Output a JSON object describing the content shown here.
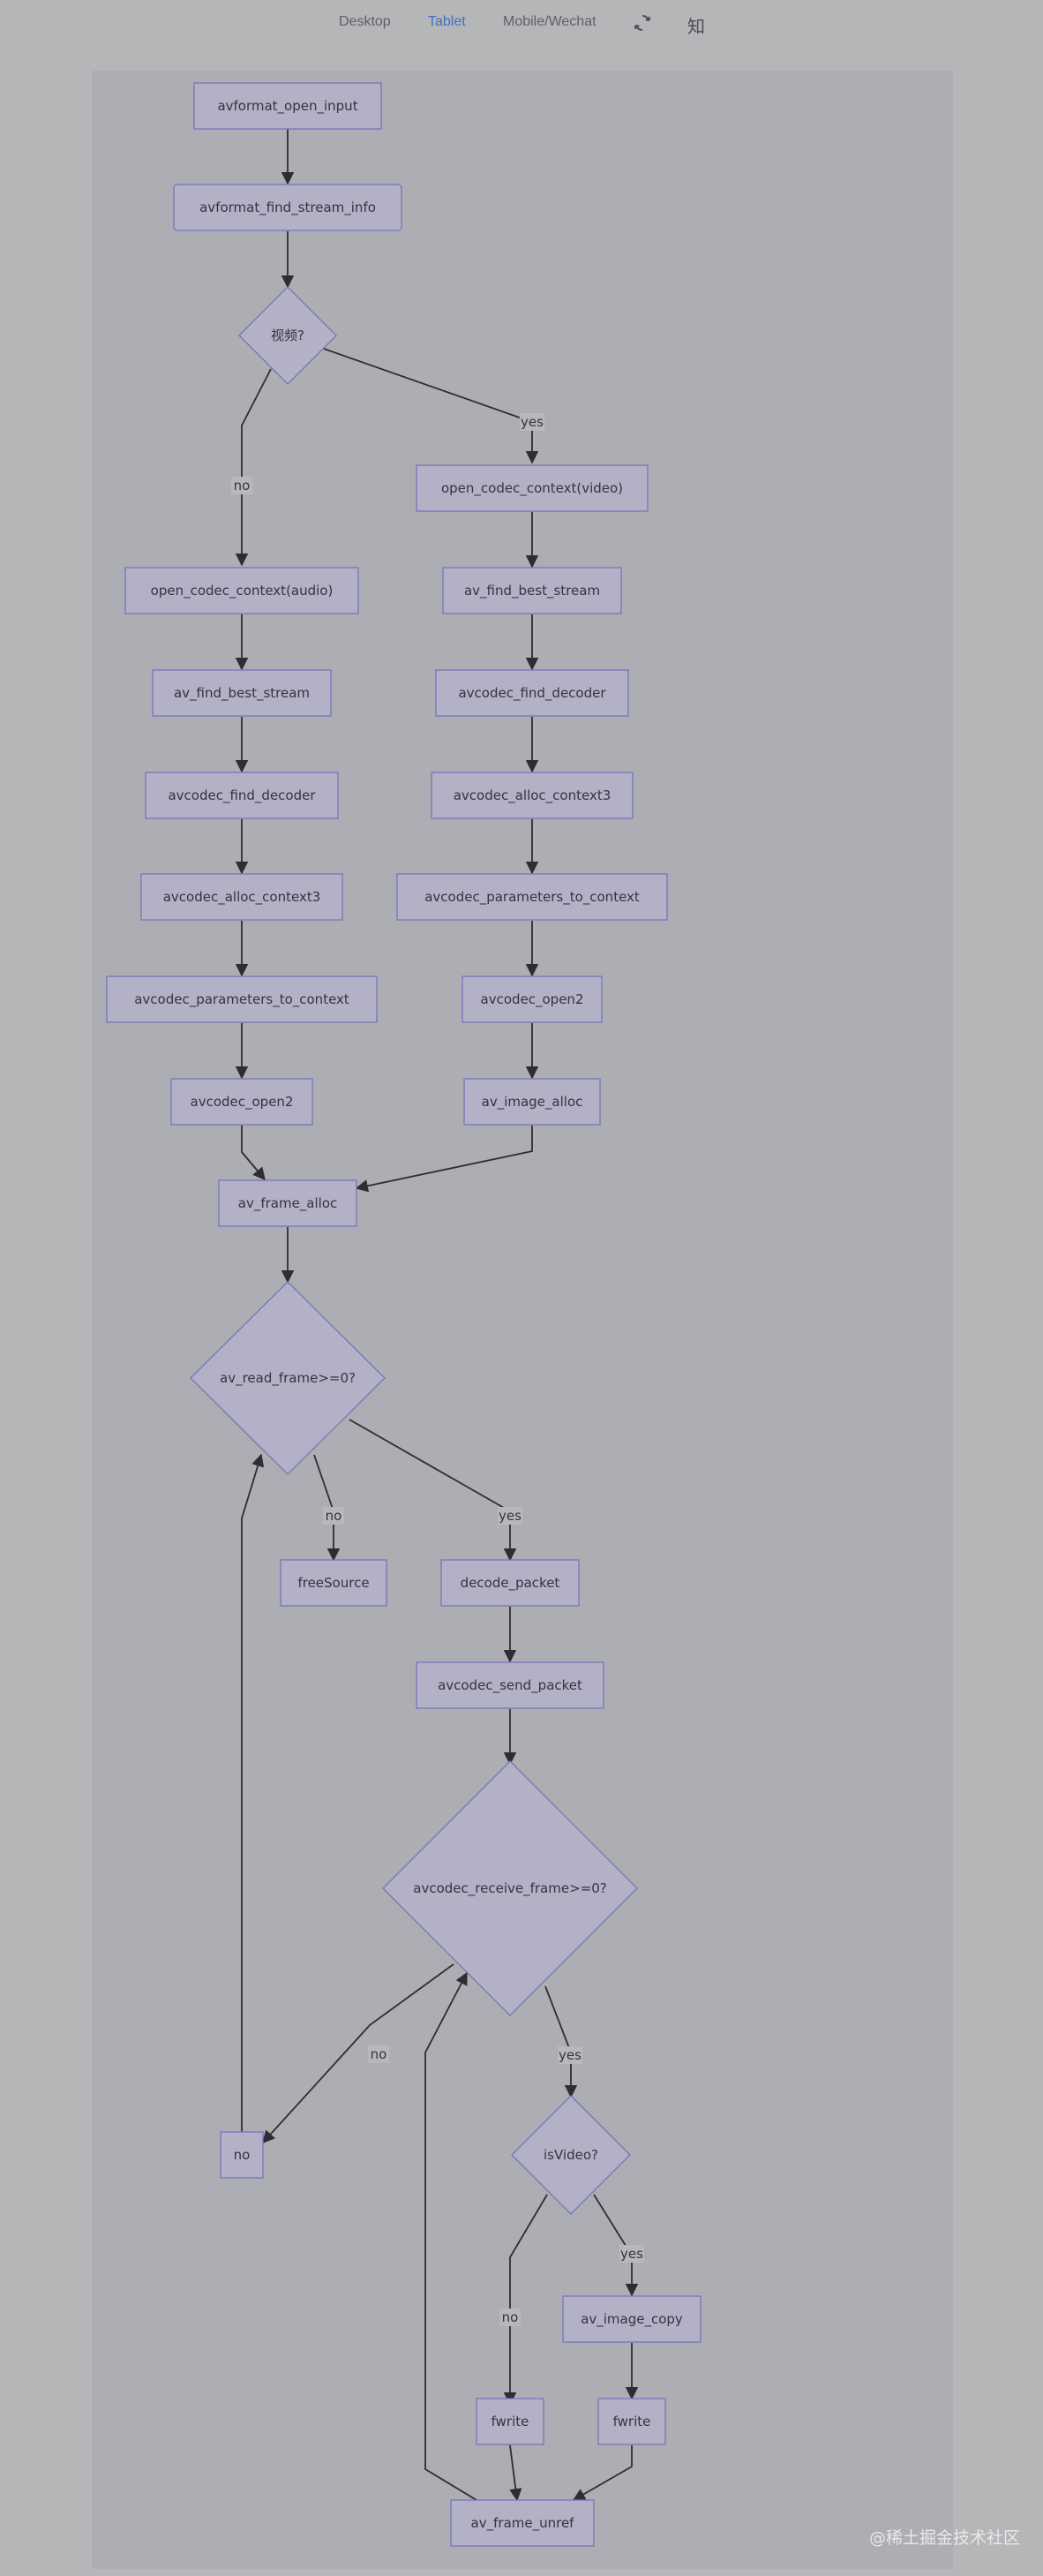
{
  "nav": {
    "tabs": [
      {
        "label": "Desktop",
        "active": false
      },
      {
        "label": "Tablet",
        "active": true
      },
      {
        "label": "Mobile/Wechat",
        "active": false
      }
    ],
    "icons": [
      "refresh-icon",
      "zhihu-icon"
    ],
    "zhihu_glyph": "知",
    "active_color": "#3c6fc6"
  },
  "flowchart": {
    "nodes": {
      "open_input": "avformat_open_input",
      "find_stream_info": "avformat_find_stream_info",
      "is_video_q": "视频?",
      "occ_video": "open_codec_context(video)",
      "occ_audio": "open_codec_context(audio)",
      "v_find_best": "av_find_best_stream",
      "a_find_best": "av_find_best_stream",
      "v_find_dec": "avcodec_find_decoder",
      "a_find_dec": "avcodec_find_decoder",
      "v_alloc_ctx": "avcodec_alloc_context3",
      "a_alloc_ctx": "avcodec_alloc_context3",
      "v_params": "avcodec_parameters_to_context",
      "a_params": "avcodec_parameters_to_context",
      "v_open2": "avcodec_open2",
      "a_open2": "avcodec_open2",
      "img_alloc": "av_image_alloc",
      "frame_alloc": "av_frame_alloc",
      "read_frame": "av_read_frame>=0?",
      "free_source": "freeSource",
      "decode_packet": "decode_packet",
      "send_packet": "avcodec_send_packet",
      "receive_frame": "avcodec_receive_frame>=0?",
      "no_node": "no",
      "is_video": "isVideo?",
      "image_copy": "av_image_copy",
      "fwrite_left": "fwrite",
      "fwrite_right": "fwrite",
      "frame_unref": "av_frame_unref"
    },
    "edge_labels": {
      "video_yes": "yes",
      "video_no": "no",
      "read_no": "no",
      "read_yes": "yes",
      "recv_no": "no",
      "recv_yes": "yes",
      "isvideo_no": "no",
      "isvideo_yes": "yes"
    }
  },
  "watermark": "@稀土掘金技术社区",
  "colors": {
    "background": "#b5b6b8",
    "panel": "#adaeb3",
    "node_fill": "#b3b1c6",
    "node_stroke": "#7a73b6",
    "edge": "#2d2d33"
  }
}
